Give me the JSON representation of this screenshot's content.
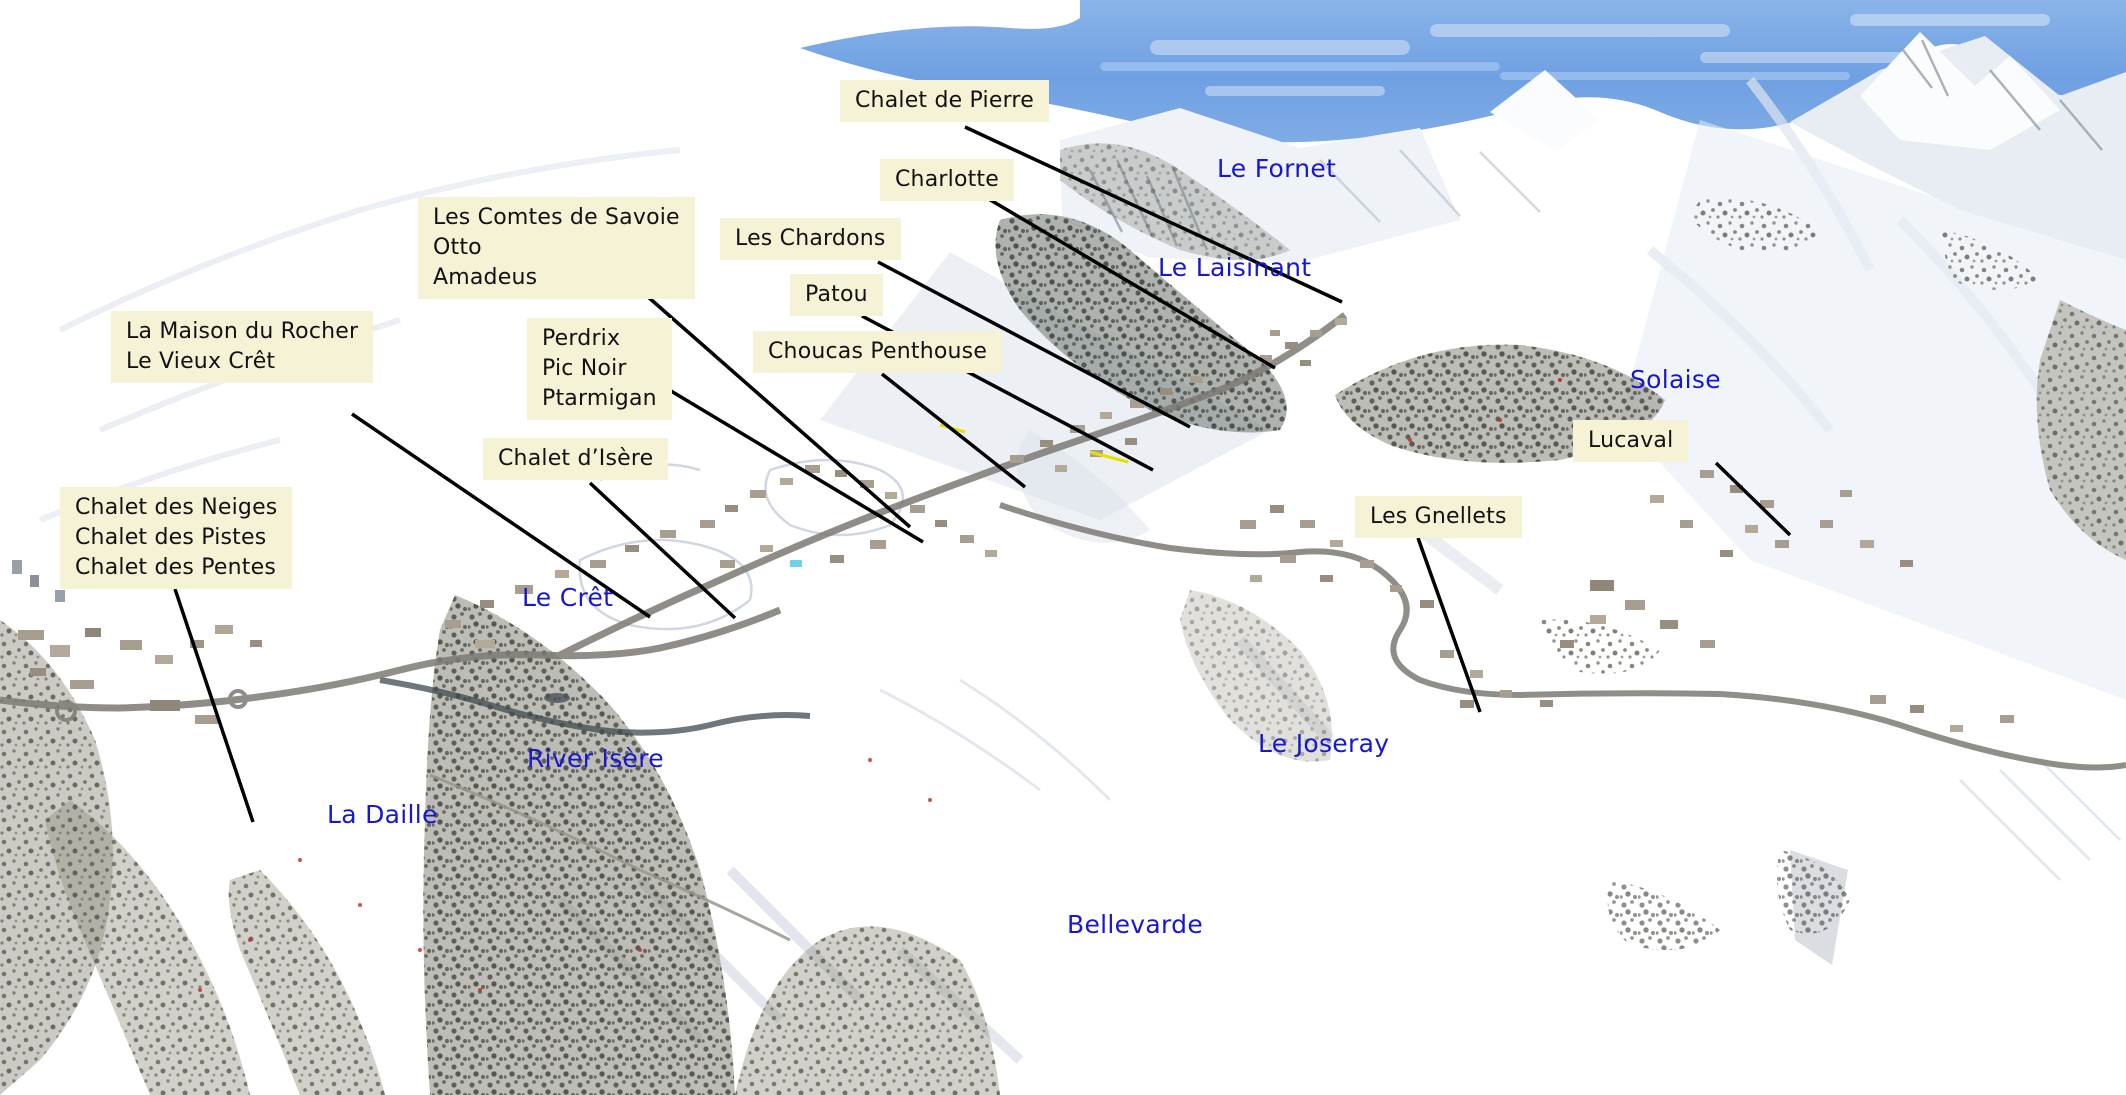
{
  "map": {
    "property_labels": [
      {
        "id": "chalet-de-pierre",
        "text": "Chalet de Pierre"
      },
      {
        "id": "charlotte",
        "text": "Charlotte"
      },
      {
        "id": "les-comtes-de-savoie",
        "text": "Les Comtes de Savoie\nOtto\nAmadeus"
      },
      {
        "id": "les-chardons",
        "text": "Les Chardons"
      },
      {
        "id": "patou",
        "text": "Patou"
      },
      {
        "id": "la-maison-du-rocher",
        "text": "La Maison du Rocher\nLe Vieux Crêt"
      },
      {
        "id": "perdrix",
        "text": "Perdrix\nPic Noir\nPtarmigan"
      },
      {
        "id": "choucas-penthouse",
        "text": "Choucas Penthouse"
      },
      {
        "id": "chalet-d-isere",
        "text": "Chalet d’Isère"
      },
      {
        "id": "chalet-des-neiges",
        "text": "Chalet des Neiges\nChalet des Pistes\nChalet des Pentes"
      },
      {
        "id": "les-gnellets",
        "text": "Les Gnellets"
      },
      {
        "id": "lucaval",
        "text": "Lucaval"
      }
    ],
    "place_labels": [
      {
        "id": "le-fornet",
        "text": "Le Fornet"
      },
      {
        "id": "le-laisinant",
        "text": "Le Laisinant"
      },
      {
        "id": "solaise",
        "text": "Solaise"
      },
      {
        "id": "le-cret",
        "text": "Le Crêt"
      },
      {
        "id": "river-isere",
        "text": "River Isère"
      },
      {
        "id": "la-daille",
        "text": "La Daille"
      },
      {
        "id": "le-joseray",
        "text": "Le Joseray"
      },
      {
        "id": "bellevarde",
        "text": "Bellevarde"
      }
    ],
    "colors": {
      "label_box_bg": "#F6F2D6",
      "label_box_text": "#121212",
      "place_text": "#1717CF",
      "leader_line": "#000000",
      "sky_blue": "#6FA0E2"
    }
  }
}
